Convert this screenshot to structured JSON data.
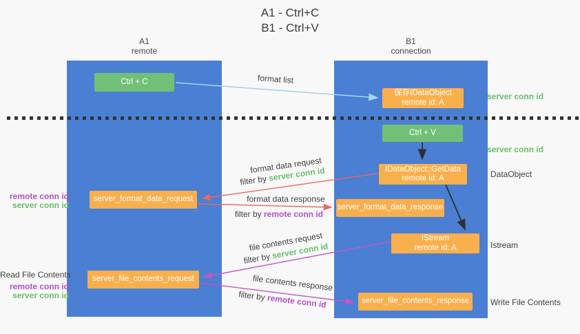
{
  "title": {
    "line1": "A1 - Ctrl+C",
    "line2": "B1 - Ctrl+V"
  },
  "columns": {
    "a1": {
      "name": "A1",
      "subtitle": "remote"
    },
    "b1": {
      "name": "B1",
      "subtitle": "connection"
    }
  },
  "nodes": {
    "ctrl_c": {
      "label": "Ctrl + C"
    },
    "save_dataobject": {
      "line1": "保存IDataObject",
      "line2": "remote id: A"
    },
    "ctrl_v": {
      "label": "Ctrl + V"
    },
    "getdata": {
      "line1": "IDataObject::GetData",
      "line2": "remote id: A"
    },
    "format_request": {
      "label": "server_format_data_request"
    },
    "format_response": {
      "label": "server_format_data_response"
    },
    "istream": {
      "line1": "IStream",
      "line2": "remote id: A"
    },
    "file_request": {
      "label": "server_file_contents_request"
    },
    "file_response": {
      "label": "server_file_contents_response"
    }
  },
  "side_labels": {
    "server_conn_id_top": "server conn id",
    "server_conn_id_mid": "server conn id",
    "dataobject": "DataObject",
    "istream": "Istream",
    "write_file_contents": "Write File Contents",
    "read_file_contents": "Read File Contents",
    "format_left": {
      "remote": "remote conn id",
      "server": "server conn id"
    },
    "file_left": {
      "remote": "remote conn id",
      "server": "server conn id"
    }
  },
  "arrows": {
    "format_list": {
      "label": "format list"
    },
    "format_request": {
      "label": "format data request",
      "filter_prefix": "filter by ",
      "filter_id": "server conn id"
    },
    "format_response": {
      "label": "format data response",
      "filter_prefix": "filter by ",
      "filter_id": "remote conn id"
    },
    "file_request": {
      "label": "file contents request",
      "filter_prefix": "filter by ",
      "filter_id": "server conn id"
    },
    "file_response": {
      "label": "file contents response",
      "filter_prefix": "filter by ",
      "filter_id": "remote conn id"
    }
  },
  "colors": {
    "background": "#f8f8f8",
    "column_blue": "#4a7fd3",
    "node_green": "#72c077",
    "node_orange": "#f9af4c",
    "arrow_light_blue": "#a6d3ef",
    "arrow_red": "#ea6a5f",
    "arrow_magenta": "#c457c0",
    "arrow_black": "#2f2f2f",
    "text_green": "#67bf66",
    "text_purple": "#b14fc9",
    "dotted_line": "#333333"
  }
}
